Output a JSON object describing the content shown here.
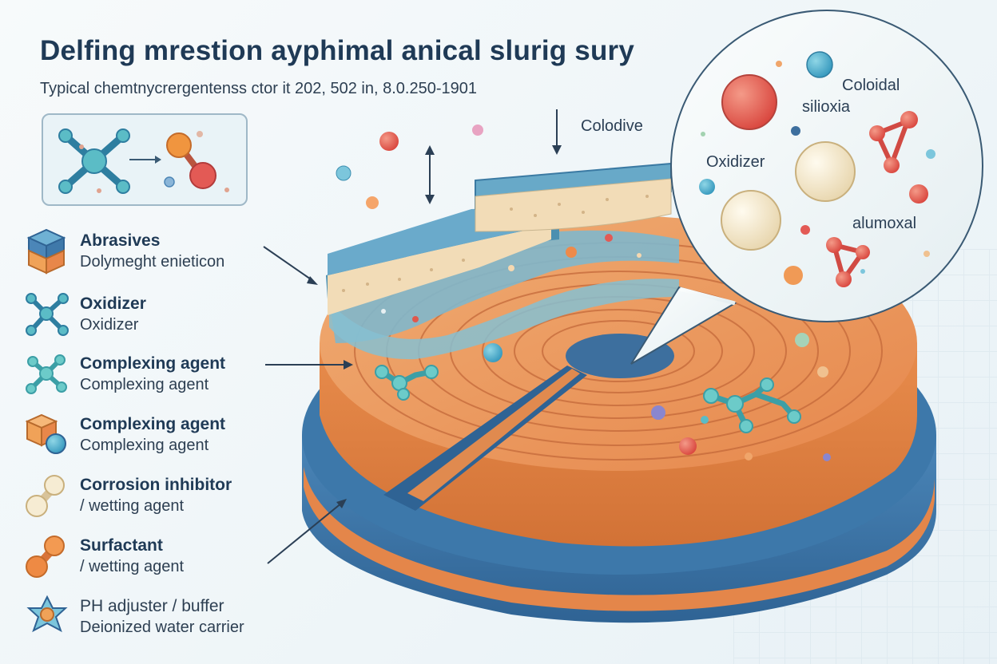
{
  "header": {
    "title": "Delfing mrestion ayphimal anical slurig sury",
    "subtitle": "Typical chemtnycrergentenss ctor it 202, 502 in, 8.0.250-1901"
  },
  "legend": [
    {
      "name": "Abrasives",
      "desc": "Dolymeght enieticon",
      "icon": "layered-cube-icon"
    },
    {
      "name": "Oxidizer",
      "desc": "Oxidizer",
      "icon": "molecule-icon"
    },
    {
      "name": "Complexing agent",
      "desc": "Complexing agent",
      "icon": "molecule-icon"
    },
    {
      "name": "Complexing agent",
      "desc": "Complexing agent",
      "icon": "cube-sphere-icon"
    },
    {
      "name": "Corrosion inhibitor",
      "desc": "/ wetting agent",
      "icon": "dumbbell-icon"
    },
    {
      "name": "Surfactant",
      "desc": "/ wetting agent",
      "icon": "orange-dumbbell-icon"
    },
    {
      "name": "PH adjuster / buffer",
      "desc": "Deionized water carrier",
      "icon": "star-molecule-icon"
    }
  ],
  "labels": {
    "colodive": "Colodive",
    "coloidal_line1": "Coloidal",
    "coloidal_line2": "silioxia",
    "oxidizer": "Oxidizer",
    "alumoxal": "alumoxal"
  },
  "colors": {
    "copper": "#e08a4f",
    "blue_base": "#3f79aa",
    "slurry_teal": "#7fb7cc",
    "pad_beige": "#f2dcb7",
    "red_particle": "#e0584c",
    "teal_molecule": "#59b8bd"
  }
}
